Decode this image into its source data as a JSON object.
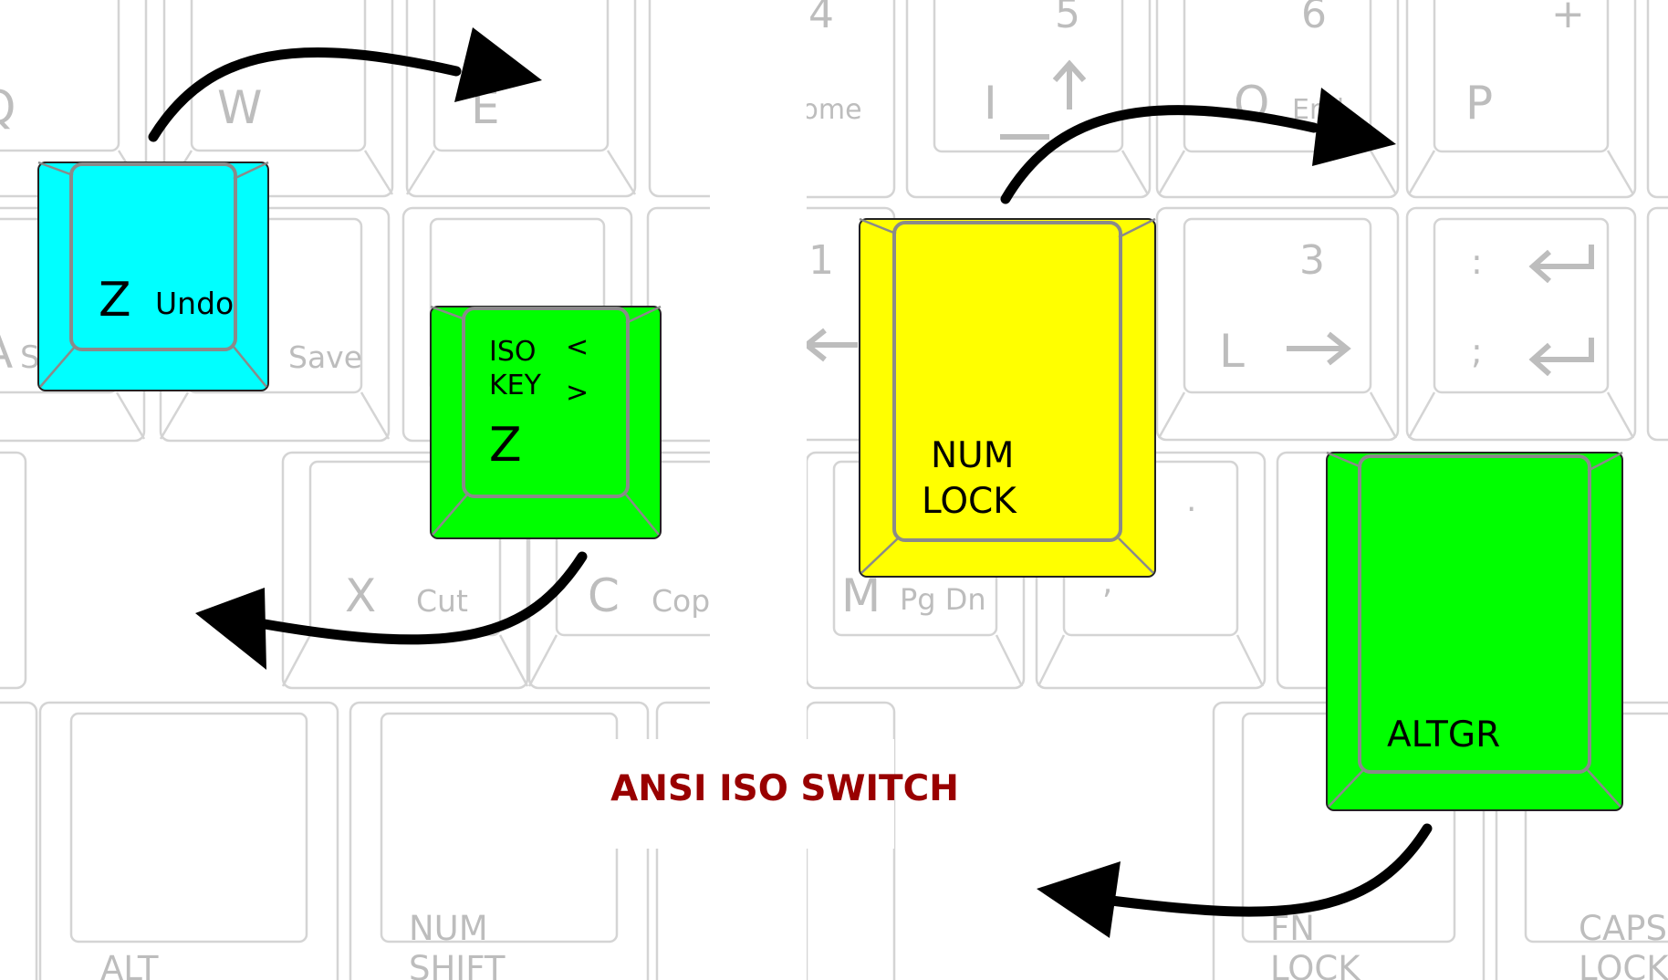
{
  "title": "ANSI ISO SWITCH",
  "colors": {
    "bg_key_stroke": "#d2d2d2",
    "bg_key_text": "#bdbdbd",
    "cyan": "#00ffff",
    "green": "#00ff00",
    "yellow": "#ffff00",
    "arrow": "#000000",
    "caption": "#990000"
  },
  "left_panel": {
    "bg_labels": {
      "q": "Q",
      "w": "W",
      "e": "E",
      "s_save_letter": "S",
      "save": "Save",
      "a": "A",
      "x": "X",
      "cut": "Cut",
      "c": "C",
      "copy": "Copy",
      "alt": "ALT",
      "num": "NUM",
      "shift": "SHIFT"
    },
    "cyan_key": {
      "letter": "Z",
      "action": "Undo"
    },
    "iso_key": {
      "line1": "ISO",
      "line2": "KEY",
      "lt": "<",
      "gt": ">",
      "letter": "Z"
    }
  },
  "right_panel": {
    "bg_labels": {
      "four": "4",
      "five": "5",
      "six": "6",
      "plus": "+",
      "home": "Home",
      "i": "I",
      "o": "O",
      "end": "End",
      "p": "P",
      "one": "1",
      "three": "3",
      "colon": ":",
      "semicolon": ";",
      "l": "L",
      "m": "M",
      "pgdn": "Pg Dn",
      "dot": ".",
      "comma": ",",
      "fn": "FN",
      "lock": "LOCK",
      "caps": "CAPS",
      "caps_lock": "LOCK"
    },
    "numlock_key": {
      "line1": "NUM",
      "line2": "LOCK"
    },
    "altgr_key": {
      "label": "ALTGR"
    }
  }
}
